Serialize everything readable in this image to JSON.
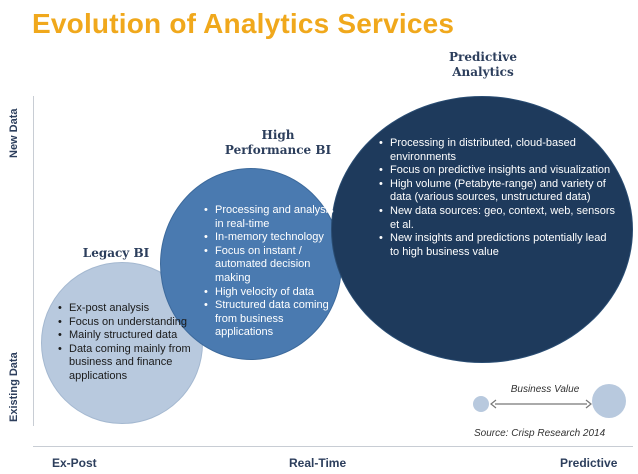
{
  "title": "Evolution of Analytics Services",
  "axes": {
    "y_top": "New Data",
    "y_bottom": "Existing Data",
    "x_left": "Ex-Post",
    "x_middle": "Real-Time",
    "x_right": "Predictive"
  },
  "stages": [
    {
      "title_lines": [
        "Legacy BI"
      ],
      "points": [
        "Ex-post analysis",
        "Focus on understanding",
        "Mainly structured data",
        "Data coming mainly from business and finance applications"
      ],
      "color": "#b8c9de"
    },
    {
      "title_lines": [
        "High",
        "Performance BI"
      ],
      "points": [
        "Processing and analysis in real-time",
        "In-memory technology",
        "Focus on instant / automated decision making",
        "High velocity of data",
        "Structured data coming from business applications"
      ],
      "color": "#4a7ab0"
    },
    {
      "title_lines": [
        "Predictive",
        "Analytics"
      ],
      "points": [
        "Processing in distributed, cloud-based environments",
        "Focus on predictive insights and visualization",
        "High volume (Petabyte-range) and variety of data (various sources, unstructured data)",
        "New data sources: geo, context, web, sensors et al.",
        "New insights and predictions potentially lead to high business value"
      ],
      "color": "#1e3a5c"
    }
  ],
  "legend": {
    "label": "Business Value"
  },
  "source": "Source: Crisp Research 2014",
  "colors": {
    "title": "#f0a81c",
    "axis_text": "#2c3e5c"
  }
}
